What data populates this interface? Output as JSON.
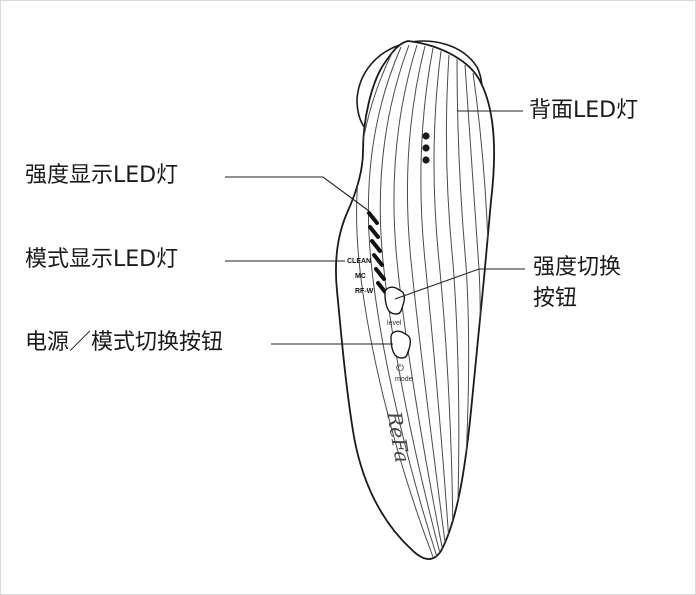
{
  "labels": {
    "back_led": "背面LED灯",
    "intensity_led": "强度显示LED灯",
    "mode_led": "模式显示LED灯",
    "intensity_switch_line1": "强度切换",
    "intensity_switch_line2": "按钮",
    "power_mode_button": "电源／模式切换按钮"
  },
  "device": {
    "mode_labels": [
      "CLEAN",
      "MC",
      "RF-W"
    ],
    "level_label": "level",
    "mode_button_label": "mode",
    "power_symbol": "⏻",
    "brand": "ReFa"
  },
  "colors": {
    "outline": "#1a1a1a",
    "stripe": "#4a4a4a",
    "leader": "#222222"
  }
}
